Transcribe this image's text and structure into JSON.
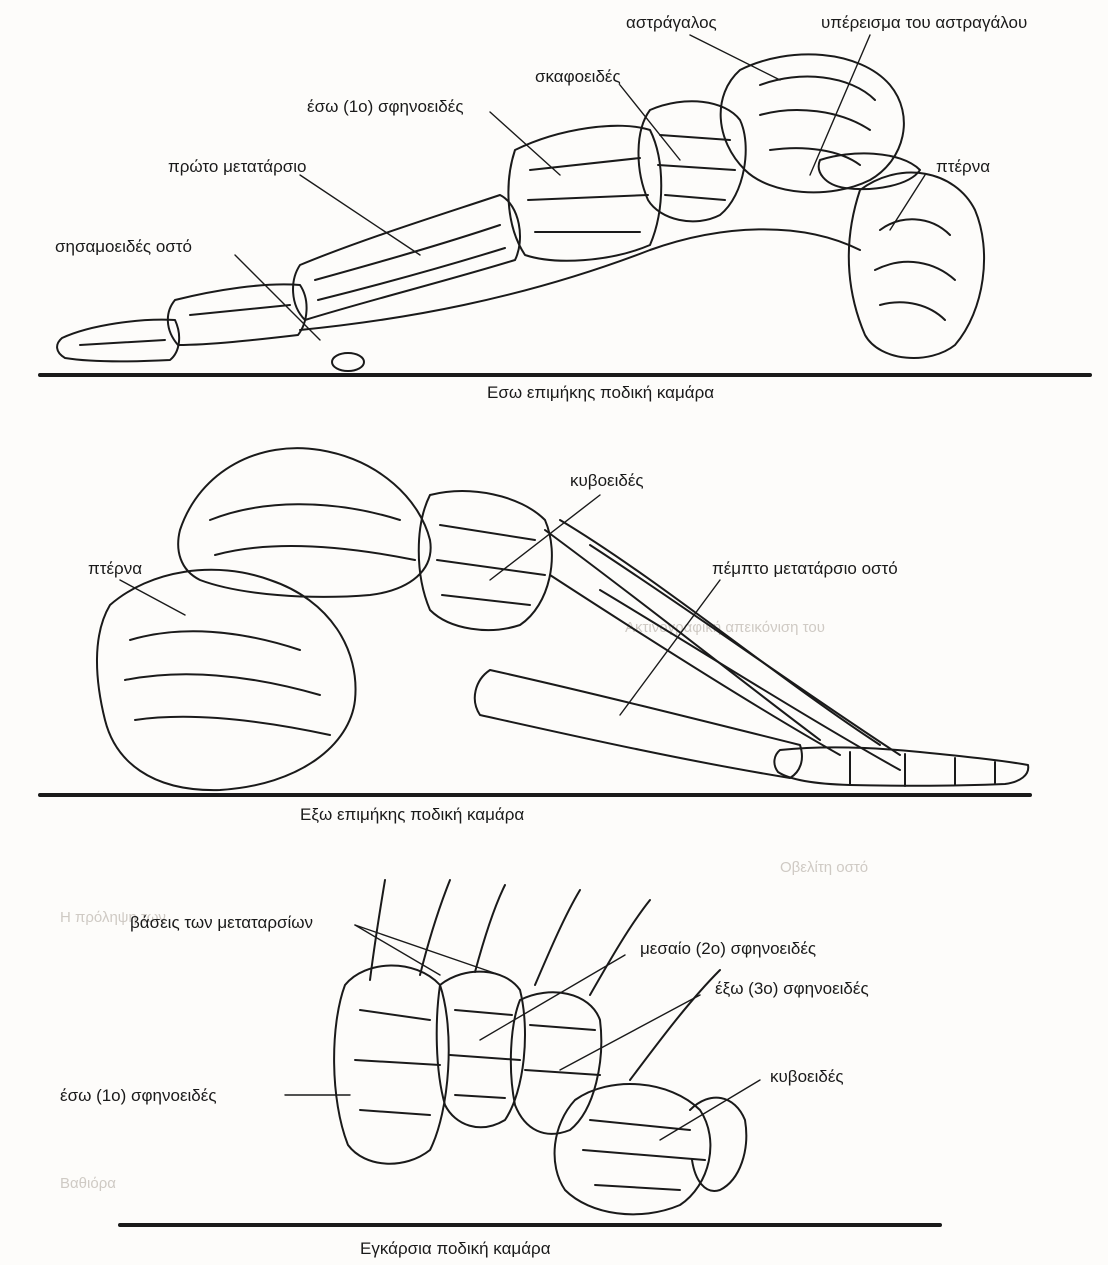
{
  "lateral_view": {
    "labels": {
      "talus": "αστράγαλος",
      "talus_process": "υπέρεισμα του αστραγάλου",
      "navicular": "σκαφοειδές",
      "medial_cuneiform": "έσω (1ο) σφηνοειδές",
      "first_metatarsal": "πρώτο μετατάρσιο",
      "calcaneus": "πτέρνα",
      "sesamoid": "σησαμοειδές οστό"
    },
    "caption": "Εσω επιμήκης ποδική καμάρα"
  },
  "outer_view": {
    "labels": {
      "cuboid": "κυβοειδές",
      "calcaneus": "πτέρνα",
      "fifth_metatarsal": "πέμπτο μετατάρσιο οστό"
    },
    "caption": "Εξω επιμήκης ποδική καμάρα"
  },
  "transverse_view": {
    "labels": {
      "metatarsal_bases": "βάσεις των μεταταρσίων",
      "middle_cuneiform": "μεσαίο (2ο) σφηνοειδές",
      "lateral_cuneiform": "έξω (3ο) σφηνοειδές",
      "medial_cuneiform": "έσω (1ο) σφηνοειδές",
      "cuboid": "κυβοειδές"
    },
    "caption": "Εγκάρσια ποδική καμάρα"
  },
  "background_text": {
    "lines": [
      "Η πρόληψη των",
      "Βαθιόρα",
      "Ακτινογραφική απεικόνιση του",
      "Οβελίτη οστό"
    ]
  },
  "colors": {
    "ink": "#1a1a1a",
    "ghost_text": "#cfcac4",
    "paper": "#fdfcfa"
  }
}
